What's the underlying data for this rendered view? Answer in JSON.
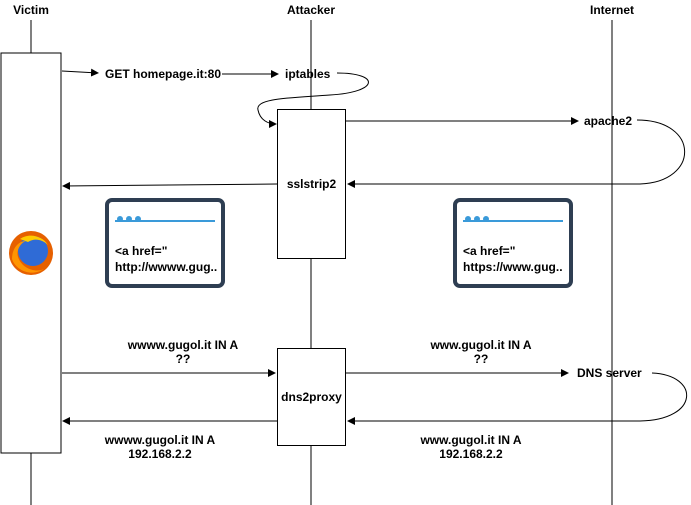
{
  "lanes": {
    "victim": "Victim",
    "attacker": "Attacker",
    "internet": "Internet"
  },
  "nodes": {
    "iptables": "iptables",
    "sslstrip2": "sslstrip2",
    "apache2": "apache2",
    "dns2proxy": "dns2proxy",
    "dns_server": "DNS server"
  },
  "messages": {
    "get_request": "GET homepage.it:80",
    "query_victim_line1": "wwww.gugol.it IN A",
    "query_victim_line2": "??",
    "query_internet_line1": "www.gugol.it IN A",
    "query_internet_line2": "??",
    "answer_victim_line1": "wwww.gugol.it IN A",
    "answer_victim_line2": "192.168.2.2",
    "answer_internet_line1": "www.gugol.it IN A",
    "answer_internet_line2": "192.168.2.2"
  },
  "browsers": {
    "left_line1": "<a href=\"",
    "left_line2": "http://wwww.gug..",
    "right_line1": "<a href=\"",
    "right_line2": "https://www.gug.."
  },
  "icons": {
    "victim_browser": "firefox-icon"
  },
  "colors": {
    "stroke": "#000000",
    "browser_frame": "#2e3e52",
    "browser_accent": "#3a9ad9",
    "firefox_orange": "#e66000",
    "firefox_blue": "#2f6bd6"
  }
}
